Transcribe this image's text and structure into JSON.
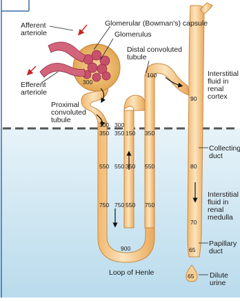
{
  "labels": {
    "afferent_arteriole": [
      "Afferent",
      "arteriole"
    ],
    "efferent_arteriole": [
      "Efferent",
      "arteriole"
    ],
    "capsule": "Glomerular (Bowman's) capsule",
    "glomerulus": "Glomerulus",
    "distal_tubule": [
      "Distal convoluted",
      "tubule"
    ],
    "proximal_tubule": [
      "Proximal",
      "convoluted",
      "tubule"
    ],
    "interstitial_cortex": [
      "Interstitial",
      "fluid in",
      "renal",
      "cortex"
    ],
    "collecting_duct": [
      "Collecting",
      "duct"
    ],
    "interstitial_medulla": [
      "Interstitial",
      "fluid in",
      "renal",
      "medulla"
    ],
    "papillary_duct": [
      "Papillary",
      "duct"
    ],
    "loop_of_henle": "Loop of Henle",
    "dilute_urine": [
      "Dilute",
      "urine"
    ]
  },
  "osmolarity": {
    "capsule": "300",
    "distal_top": "100",
    "collecting_cortex": "90",
    "desc_300": "300",
    "desc_350": "350",
    "desc_550": "550",
    "desc_750": "750",
    "loop_bottom": "900",
    "asc_thin_750": "750",
    "asc_thin_550": "550",
    "asc_thin_350": "350",
    "asc_thin_150": "150",
    "int_300": "300",
    "int_350": "350",
    "int_550": "550",
    "int_750": "750",
    "collecting_medulla": "80",
    "collecting_deep": "70",
    "papillary": "65",
    "urine": "65"
  },
  "colors": {
    "tubule_fill": "#f6cf94",
    "tubule_stroke": "#c9883f",
    "cortex_bg": "#ffffff",
    "medulla_bg": "#d3e9f4",
    "arrow_red": "#cc2222",
    "glomerulus": "#c8506a"
  }
}
